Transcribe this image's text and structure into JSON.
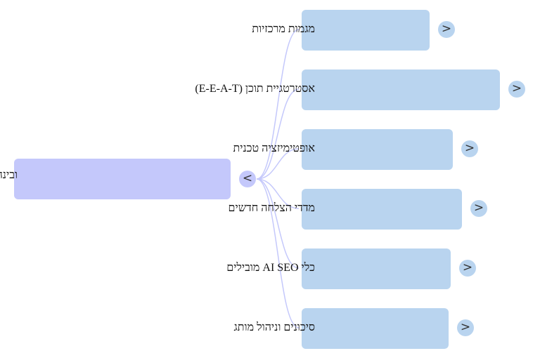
{
  "root": {
    "label": "ובינה",
    "toggle": "<"
  },
  "children": [
    {
      "label": "מגמות מרכזיות",
      "toggle": ">"
    },
    {
      "label": "אסטרטגיית תוכן (E-E-A-T)",
      "toggle": ">"
    },
    {
      "label": "אופטימיזציה טכנית",
      "toggle": ">"
    },
    {
      "label": "מדדי הצלחה חדשים",
      "toggle": ">"
    },
    {
      "label": "כלי AI SEO מובילים",
      "toggle": ">"
    },
    {
      "label": "סיכונים וניהול מותג",
      "toggle": ">"
    }
  ],
  "colors": {
    "root_fill": "#c4c8fb",
    "child_fill": "#b9d4ef",
    "link_stroke": "#c4c8fb"
  }
}
